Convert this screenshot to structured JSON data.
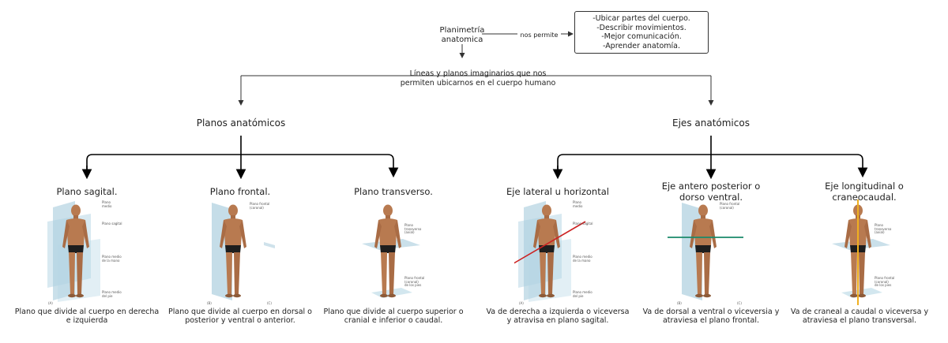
{
  "root": {
    "line1": "Planimetría",
    "line2": "anatomica"
  },
  "link_label": "nos permite",
  "purposes": [
    "-Ubicar partes del cuerpo.",
    "-Describir movimientos.",
    "-Mejor comunicación.",
    "-Aprender anatomía."
  ],
  "definition": {
    "line1": "Líneas y planos imaginarios que nos",
    "line2": "permiten ubicarnos en el cuerpo humano"
  },
  "branches": {
    "planes": "Planos anatómicos",
    "axes": "Ejes anatómicos"
  },
  "planes": [
    {
      "title": "Plano sagital.",
      "desc1": "Plano que divide al cuerpo en derecha",
      "desc2": "e izquierda",
      "labels": {
        "l1a": "Plano",
        "l1b": "medio",
        "l2": "Plano sagital",
        "l3a": "Plano medio",
        "l3b": "de la mano",
        "l4a": "Plano medio",
        "l4b": "del pie",
        "fig": "(A)"
      }
    },
    {
      "title": "Plano frontal.",
      "desc1": "Plano que divide al cuerpo en dorsal o",
      "desc2": "posterior y ventral o anterior.",
      "labels": {
        "l1a": "Plano frontal",
        "l1b": "(coronal)",
        "figB": "(B)",
        "figC": "(C)"
      }
    },
    {
      "title": "Plano transverso.",
      "desc1": "Plano que divide al cuerpo superior o",
      "desc2": "cranial e inferior o caudal.",
      "labels": {
        "l1a": "Plano",
        "l1b": "transverso",
        "l1c": "(axial)",
        "l2a": "Plano frontal",
        "l2b": "(coronal)",
        "l2c": "de los pies"
      }
    }
  ],
  "axes": [
    {
      "title1": "Eje lateral u horizontal",
      "title2": "",
      "desc1": "Va de derecha a izquierda o viceversa",
      "desc2": "y atravisa en plano sagital.",
      "labels": {
        "l1a": "Plano",
        "l1b": "medio",
        "l2": "Plano sagital",
        "l3a": "Plano medio",
        "l3b": "de la mano",
        "l4a": "Plano medio",
        "l4b": "del pie",
        "fig": "(A)"
      }
    },
    {
      "title1": "Eje antero posterior o",
      "title2": "dorso ventral.",
      "desc1": "Va de dorsal a ventral o viceversia y",
      "desc2": "atraviesa el plano frontal.",
      "labels": {
        "l1a": "Plano frontal",
        "l1b": "(coronal)",
        "figB": "(B)",
        "figC": "(C)"
      }
    },
    {
      "title1": "Eje longitudinal o",
      "title2": "craneocaudal.",
      "desc1": "Va de craneal a caudal o viceversa y",
      "desc2": "atraviesa el plano transversal.",
      "labels": {
        "l1a": "Plano",
        "l1b": "transverso",
        "l1c": "(axial)",
        "l2a": "Plano frontal",
        "l2b": "(coronal)",
        "l2c": "de los pies"
      }
    }
  ],
  "colors": {
    "lateral_axis": "#cc2222",
    "ap_axis": "#1a8a6a",
    "long_axis": "#f0b020",
    "plane": "#9fc6d8",
    "skin": "#b87a50"
  }
}
